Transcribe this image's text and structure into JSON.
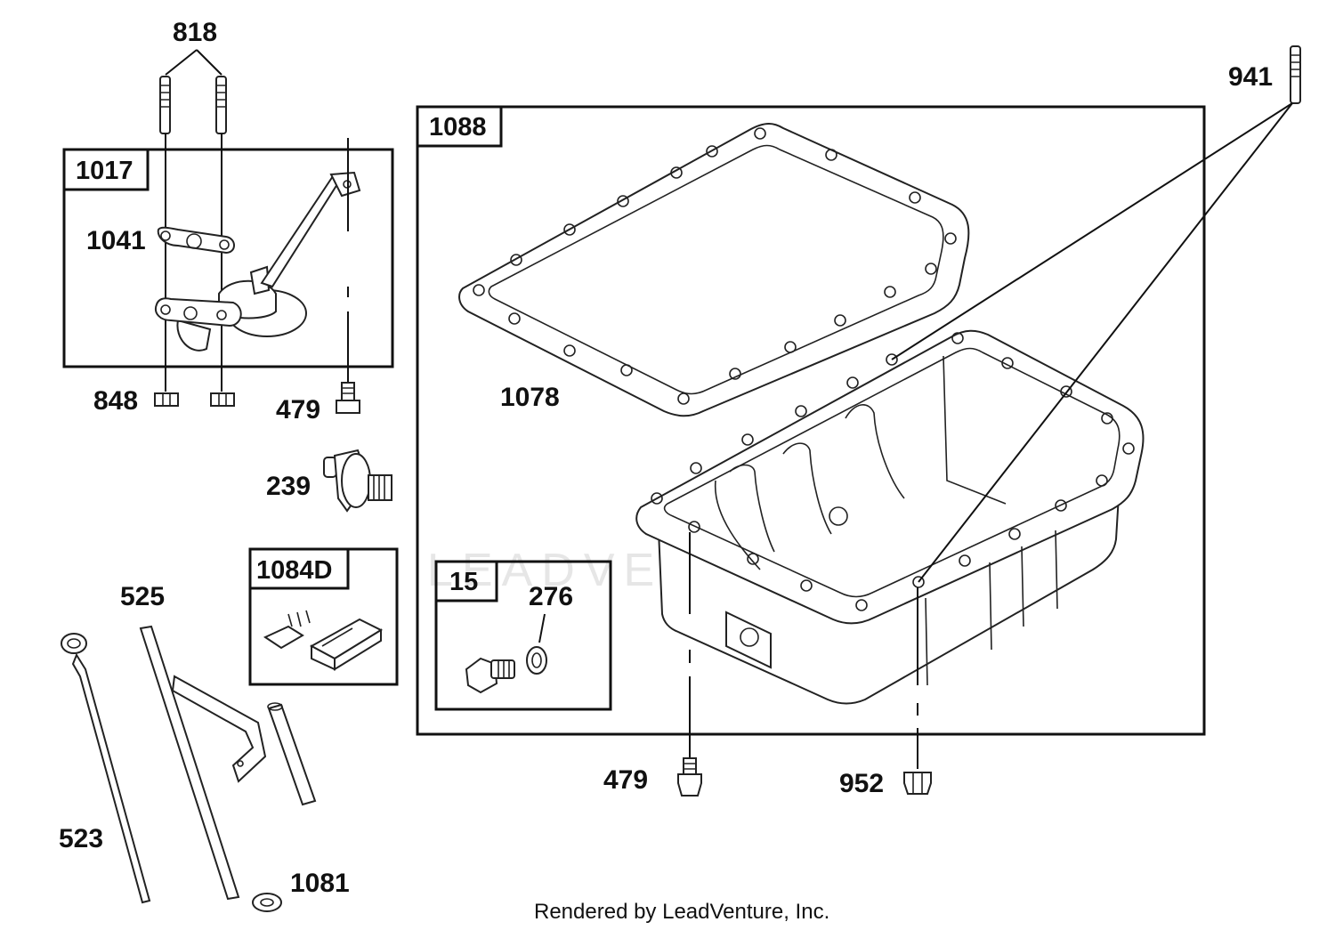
{
  "footer": "Rendered by LeadVenture, Inc.",
  "watermark": "LEADVENTURE",
  "group_boxes": {
    "oil_pump_kit": "1017",
    "oil_pan_kit": "1088",
    "connector_kit": "1084D",
    "drain_plug_kit": "15"
  },
  "part_labels": {
    "studs": "818",
    "pump_gasket": "1041",
    "nuts": "848",
    "pump_screw": "479",
    "oil_sensor": "239",
    "fill_tube": "525",
    "dipstick": "523",
    "tube_seal": "1081",
    "pan_gasket": "1078",
    "pan_studs": "941",
    "drain_washer": "276",
    "pan_screw": "479",
    "pan_nut": "952"
  },
  "colors": {
    "line": "#222222",
    "text": "#111111",
    "background": "#ffffff",
    "watermark": "#e6e6e6"
  }
}
